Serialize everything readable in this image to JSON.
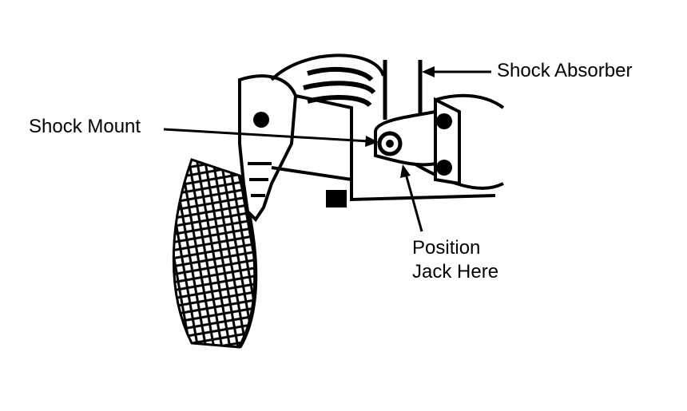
{
  "diagram": {
    "labels": {
      "shock_absorber": "Shock Absorber",
      "shock_mount": "Shock Mount",
      "position_jack_line1": "Position",
      "position_jack_line2": "Jack Here"
    }
  }
}
